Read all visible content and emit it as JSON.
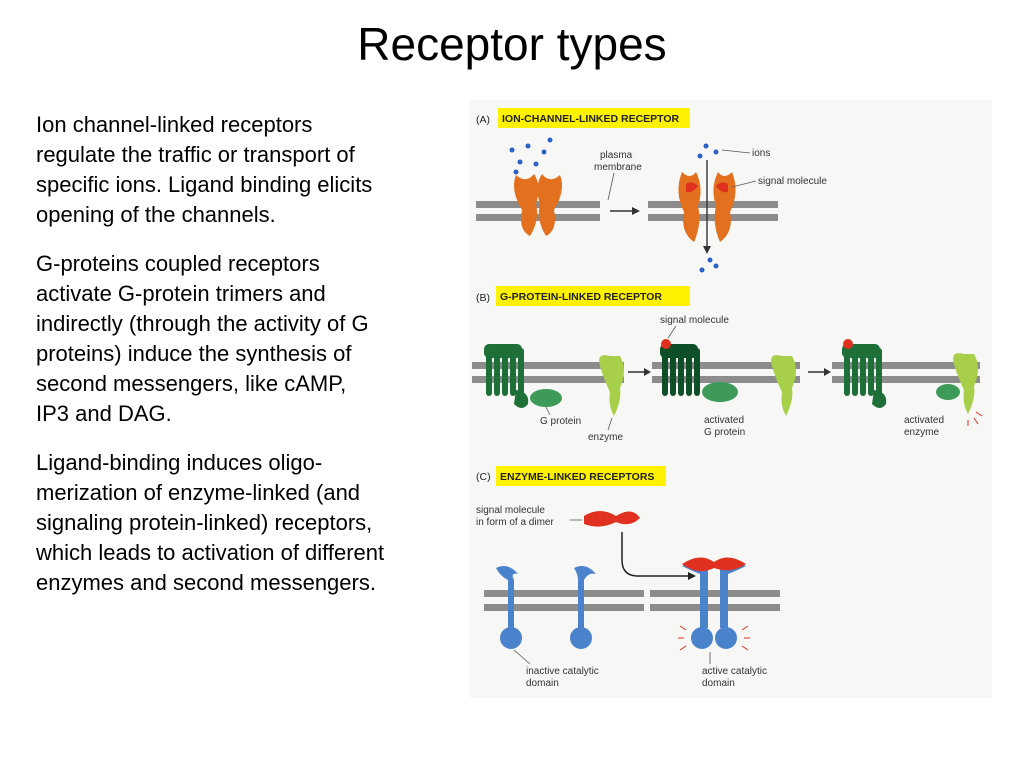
{
  "slide": {
    "title": "Receptor types",
    "paragraphs": [
      {
        "lines": [
          "Ion channel-linked receptors",
          "regulate the traffic or transport of",
          "specific ions. Ligand binding elicits",
          "opening of the channels."
        ]
      },
      {
        "lines": [
          "G-proteins coupled receptors",
          "activate G-protein trimers and",
          "indirectly (through the activity of G",
          "proteins) induce the synthesis of",
          "second messengers, like cAMP,",
          "IP3 and DAG."
        ]
      },
      {
        "lines": [
          "Ligand-binding induces oligo-",
          "merization of enzyme-linked (and",
          "signaling protein-linked) receptors,",
          "which leads to activation of different",
          "enzymes and second messengers."
        ]
      }
    ]
  },
  "figure": {
    "panels": [
      {
        "letter": "(A)",
        "heading": "ION-CHANNEL-LINKED RECEPTOR",
        "labels": [
          "plasma",
          "membrane",
          "ions",
          "signal molecule"
        ]
      },
      {
        "letter": "(B)",
        "heading": "G-PROTEIN-LINKED RECEPTOR",
        "labels": [
          "signal molecule",
          "G protein",
          "enzyme",
          "activated",
          "G protein",
          "activated",
          "enzyme"
        ]
      },
      {
        "letter": "(C)",
        "heading": "ENZYME-LINKED RECEPTORS",
        "labels": [
          "signal molecule",
          "in form of a dimer",
          "inactive catalytic",
          "domain",
          "active catalytic",
          "domain"
        ]
      }
    ],
    "colors": {
      "heading_bg": "#fff200",
      "membrane": "#8c8c8c",
      "ion_channel": "#e2701e",
      "signal": "#e03020",
      "ion_dot": "#2a62c8",
      "gpcr_receptor": "#1f6f38",
      "g_protein": "#3d9a58",
      "enzyme": "#a8cf4a",
      "enzyme_receptor": "#4a82cc"
    }
  }
}
